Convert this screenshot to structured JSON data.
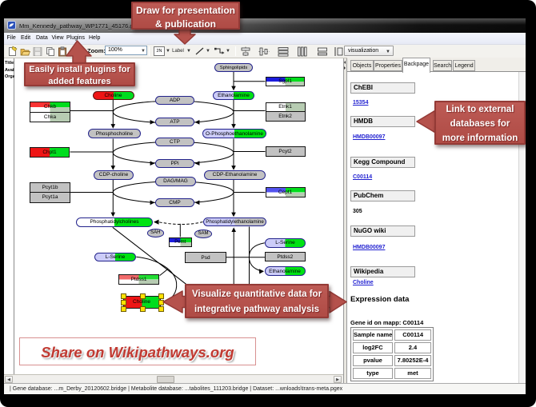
{
  "window": {
    "title": "Mm_Kennedy_pathway_WP1771_45176.gpml"
  },
  "menu": {
    "items": [
      "File",
      "Edit",
      "Data",
      "View",
      "Plugins",
      "Help"
    ]
  },
  "toolbar": {
    "zoom_label": "Zoom:",
    "zoom_value": "100%",
    "datanode_button": "2N",
    "label_button": "Label",
    "visualization_value": "visualization"
  },
  "sliver": {
    "lines": [
      "Title:",
      "Availa",
      "Organ"
    ]
  },
  "callouts": {
    "draw": {
      "line1": "Draw for presentation",
      "line2": "& publication"
    },
    "plugins": {
      "line1": "Easily install plugins for",
      "line2": "added features"
    },
    "link": {
      "line1": "Link to external",
      "line2": "databases for",
      "line3": "more information"
    },
    "visualize": {
      "line1": "Visualize quantitative data for",
      "line2": "integrative pathway analysis"
    },
    "share": {
      "text": "Share on Wikipathways.org"
    }
  },
  "tabs": {
    "items": [
      "Objects",
      "Properties",
      "Backpage",
      "Search",
      "Legend"
    ],
    "active": "Backpage"
  },
  "backpage": {
    "sections": [
      {
        "header": "ChEBI",
        "link": "15354"
      },
      {
        "header": "HMDB",
        "link": "HMDB00097"
      },
      {
        "header": "Kegg Compound",
        "link": "C00114"
      },
      {
        "header": "PubChem",
        "value": "305"
      },
      {
        "header": "NuGO wiki",
        "link": "HMDB00097"
      },
      {
        "header": "Wikipedia",
        "link": "Choline"
      }
    ],
    "expression_title": "Expression data",
    "gene_id_line": "Gene id on mapp: C00114",
    "table": {
      "rows": [
        [
          "Sample name",
          "C00114"
        ],
        [
          "log2FC",
          "2.4"
        ],
        [
          "pvalue",
          "7.80252E-4"
        ],
        [
          "type",
          "met"
        ]
      ]
    }
  },
  "status_bar": {
    "text": "| Gene database: ...m_Derby_20120602.bridge | Metabolite database: ...tabolites_111203.bridge | Dataset: ...wnloads\\trans-meta.pgex"
  },
  "pathway": {
    "nodes": {
      "sphingolipids": {
        "label": "Sphingolipids"
      },
      "sgpl1": {
        "label": "Sgpl1"
      },
      "choline_top": {
        "label": "Choline"
      },
      "ethanolamine_top": {
        "label": "Ethanolamine"
      },
      "adp": {
        "label": "ADP"
      },
      "atp": {
        "label": "ATP"
      },
      "chkb": {
        "label": "Chkb"
      },
      "chka": {
        "label": "Chka"
      },
      "etnk1": {
        "label": "Etnk1"
      },
      "etnk2": {
        "label": "Etnk2"
      },
      "phosphocholine": {
        "label": "Phosphocholine"
      },
      "o_phosphoethanolamine": {
        "label": "O-Phosphoethanolamine"
      },
      "ctp": {
        "label": "CTP"
      },
      "ppi": {
        "label": "PPi"
      },
      "chpt1": {
        "label": "Chpt1"
      },
      "pcyt2": {
        "label": "Pcyt2"
      },
      "cdp_choline": {
        "label": "CDP-choline"
      },
      "cdp_ethanolamine": {
        "label": "CDP-Ethanolamine"
      },
      "dag_mag": {
        "label": "DAG/MAG"
      },
      "cmp": {
        "label": "CMP"
      },
      "pcyt1b": {
        "label": "Pcyt1b"
      },
      "pcyt1a": {
        "label": "Pcyt1a"
      },
      "cept1": {
        "label": "Cept1"
      },
      "phosphatidylcholines": {
        "label": "Phosphatidylcholines"
      },
      "phosphatidylethanolamine": {
        "label": "Phosphatidylethanolamine"
      },
      "sah": {
        "label": "SAH"
      },
      "sam": {
        "label": "SAM"
      },
      "pemt": {
        "label": "Pemt"
      },
      "l_serine_right": {
        "label": "L-Serine"
      },
      "psd": {
        "label": "Psd"
      },
      "ptdss2": {
        "label": "Ptdss2"
      },
      "l_serine_left": {
        "label": "L-Serine"
      },
      "ethanolamine_small": {
        "label": "Ethanolamine"
      },
      "ptdss1": {
        "label": "Ptdss1"
      },
      "choline_selected": {
        "label": "Choline"
      }
    }
  },
  "colors": {
    "callout_fill": "#b5524c",
    "callout_border": "#943a36",
    "data_up_green": "#00dd1e",
    "data_down_red": "#ee1515",
    "data_blue": "#1c1cdd",
    "no_data_lavender": "#ccccf8",
    "pale_green": "#b7ccb2",
    "node_gray": "#c2c2c2",
    "link_blue": "#1f1fd0",
    "share_red": "#c13a32"
  }
}
